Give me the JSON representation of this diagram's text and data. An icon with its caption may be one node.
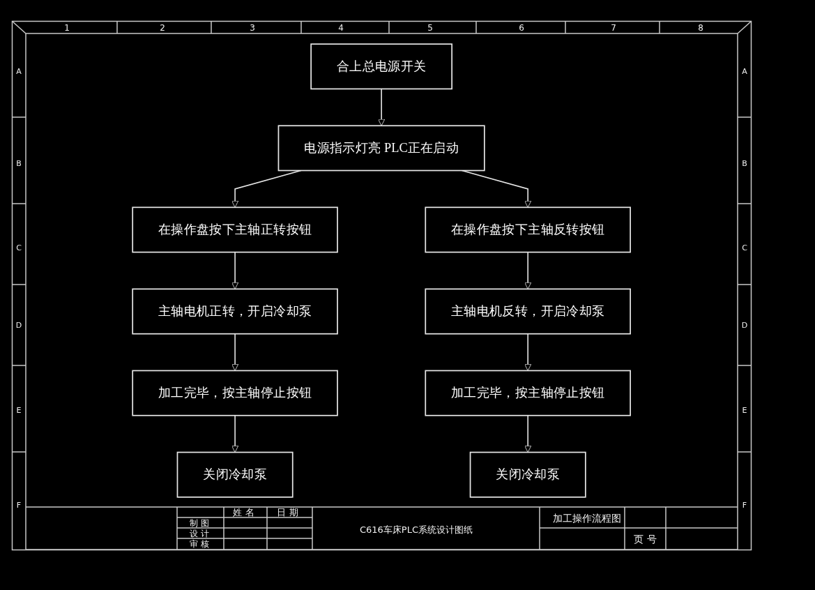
{
  "diagram": {
    "nodes": [
      {
        "text": [
          "合上总电源开关"
        ]
      },
      {
        "text": [
          "电源指示灯亮 PLC正在启动"
        ]
      },
      {
        "text": [
          "在操作盘按下主轴正转按钮"
        ]
      },
      {
        "text": [
          "在操作盘按下主轴反转按钮"
        ]
      },
      {
        "text": [
          "主轴电机正转，开启冷却泵"
        ]
      },
      {
        "text": [
          "主轴电机反转，开启冷却泵"
        ]
      },
      {
        "text": [
          "加工完毕，按主轴停止按钮"
        ]
      },
      {
        "text": [
          "加工完毕，按主轴停止按钮"
        ]
      },
      {
        "text": [
          "关闭冷却泵"
        ]
      },
      {
        "text": [
          "关闭冷却泵"
        ]
      }
    ],
    "edges": [
      {
        "from": 0,
        "to": 1,
        "arrow": "to"
      },
      {
        "from": 1,
        "to": 2,
        "arrow": "to"
      },
      {
        "from": 1,
        "to": 3,
        "arrow": "to"
      },
      {
        "from": 2,
        "to": 4,
        "arrow": "to"
      },
      {
        "from": 4,
        "to": 6,
        "arrow": "to"
      },
      {
        "from": 6,
        "to": 8,
        "arrow": "to"
      },
      {
        "from": 3,
        "to": 5,
        "arrow": "to"
      },
      {
        "from": 5,
        "to": 7,
        "arrow": "to"
      },
      {
        "from": 7,
        "to": 9,
        "arrow": "to"
      }
    ],
    "labels": [
      "1",
      "2",
      "3",
      "4",
      "5",
      "6",
      "7",
      "8",
      "A",
      "A",
      "B",
      "B",
      "C",
      "C",
      "D",
      "D",
      "E",
      "E",
      "F",
      "F",
      "姓名",
      "日期",
      "制图",
      "设计",
      "审核",
      "C616车床PLC系统设计图纸",
      "加工操作流程图",
      "页号"
    ]
  }
}
